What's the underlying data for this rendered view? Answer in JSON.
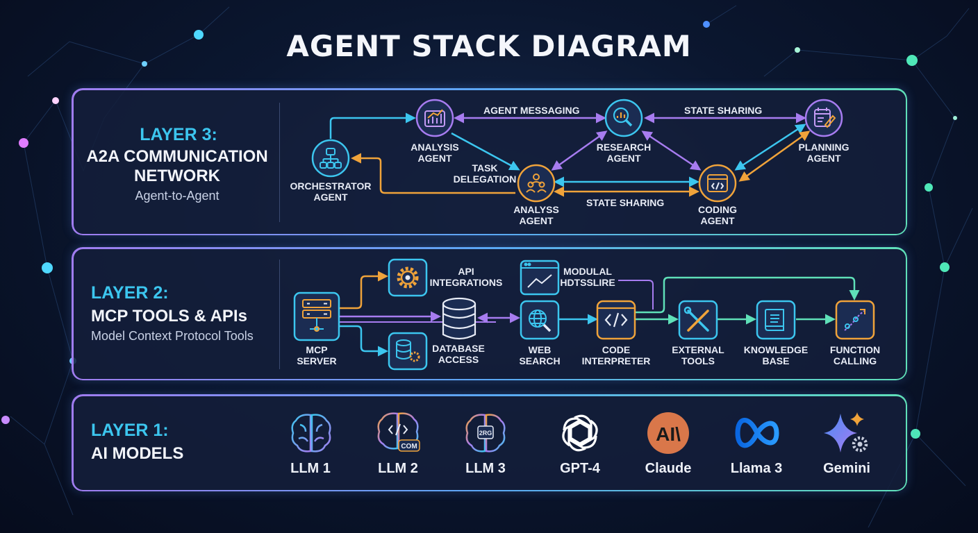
{
  "title": "AGENT STACK DIAGRAM",
  "layer3": {
    "heading": "LAYER 3:",
    "name_line1": "A2A COMMUNICATION",
    "name_line2": "NETWORK",
    "sub": "Agent-to-Agent",
    "nodes": {
      "orchestrator": [
        "ORCHESTRATOR",
        "AGENT"
      ],
      "analysis_top": [
        "ANALYSIS",
        "AGENT"
      ],
      "analysis_bottom": [
        "ANALYSS",
        "AGENT"
      ],
      "research": [
        "RESEARCH",
        "AGENT"
      ],
      "coding": [
        "CODING",
        "AGENT"
      ],
      "planning": [
        "PLANNING",
        "AGENT"
      ]
    },
    "edges": {
      "agent_messaging": "AGENT MESSAGING",
      "state_sharing_top": "STATE SHARING",
      "task_delegation": [
        "TASK",
        "DELEGATION"
      ],
      "state_sharing_bottom": "STATE SHARING"
    }
  },
  "layer2": {
    "heading": "LAYER 2:",
    "name": "MCP TOOLS & APIs",
    "sub": "Model Context Protocol Tools",
    "nodes": {
      "mcp_server": [
        "MCP",
        "SERVER"
      ],
      "api_integrations": [
        "API",
        "INTEGRATIONS"
      ],
      "database_access": [
        "DATABASE",
        "ACCESS"
      ],
      "modular": [
        "MODULAL",
        "HDTSSLIRE"
      ],
      "web_search": [
        "WEB",
        "SEARCH"
      ],
      "code_interpreter": [
        "CODE",
        "INTERPRETER"
      ],
      "external_tools": [
        "EXTERNAL",
        "TOOLS"
      ],
      "knowledge_base": [
        "KNOWLEDGE",
        "BASE"
      ],
      "function_calling": [
        "FUNCTION",
        "CALLING"
      ]
    }
  },
  "layer1": {
    "heading": "LAYER 1:",
    "name": "AI MODELS",
    "models": [
      "LLM 1",
      "LLM 2",
      "LLM 3",
      "GPT-4",
      "Claude",
      "Llama 3",
      "Gemini"
    ],
    "icon_texts": {
      "llm2": "COM",
      "llm3": "2RG",
      "claude": "AI\\"
    }
  },
  "colors": {
    "cyan": "#3cc6ef",
    "purple": "#a77cf0",
    "orange": "#f0a33a",
    "green": "#5fe0b8",
    "claude_orange": "#d9774a",
    "meta_blue": "#1877f2"
  }
}
